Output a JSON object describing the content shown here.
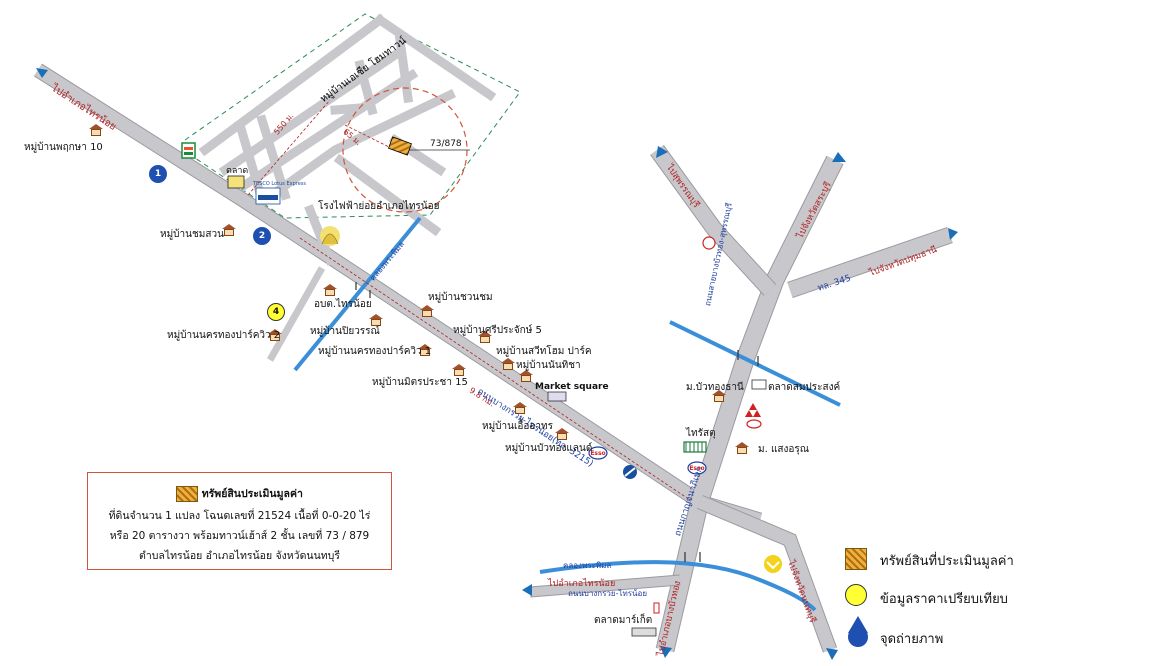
{
  "labels": {
    "to_amphoe_sainoi_nw": "ไปอำเภอไทรน้อย",
    "moo_pruksa_10": "หมู่บ้านพฤกษา 10",
    "talad": "ตลาด",
    "moo_asia_home": "หมู่บ้านเอเชีย โฮมทาวน์",
    "dist_550": "550 ม.",
    "dist_65": "65 ม.",
    "plot_no": "73/878",
    "tesco": "TESCO Lotus Express",
    "hospital": "โรงไฟฟ้าย่อยอำเภอไทรน้อย",
    "moo_chomsuan": "หมู่บ้านชมสวน",
    "canal_left": "คลองพระพิมล",
    "obt_sainoi": "อบต.ไทรน้อย",
    "moo_chuanchom": "หมู่บ้านชวนชม",
    "moo_nakhonthong_2": "หมู่บ้านนครทองปาร์ควิว 2",
    "moo_piyawan": "หมู่บ้านปิยวรรณ์",
    "moo_sriprachak": "หมู่บ้านศรีประจักษ์ 5",
    "moo_nakhonthong_1": "หมู่บ้านนครทองปาร์ควิว 1",
    "moo_sweethome": "หมู่บ้านสวีทโฮม ปาร์ค",
    "moo_nanthicha": "หมู่บ้านนันทิชา",
    "moo_mitprachak": "หมู่บ้านมิตรประชา 15",
    "market_square": "Market square",
    "dist_98": "9.8 กม.",
    "road_main": "ถนนบางกรวย-ไทรน้อย(ทล. 3215)",
    "moo_uea_athon": "หมู่บ้านเอื้ออาทร",
    "moo_buathong_land": "หมู่บ้านบัวทองแลนด์",
    "road_kanchana": "ถนนกาญจนาภิเษก",
    "road_suphan": "ถนนสายบางบัวทอง-สุพรรณบุรี",
    "to_suphan": "ไปสุพรรณบุรี",
    "to_saraburi": "ไปจังหวัดสระบุรี",
    "to_pathumthani": "ไปจังหวัดปทุมธานี",
    "route_345": "ทล. 345",
    "moo_buathongthani": "ม.บัวทองธานี",
    "talad_somprasong": "ตลาดสมประสงค์",
    "sai_sathu": "ไทรัสตุ",
    "moo_saengarun": "ม. แสงอรุณ",
    "canal_bottom": "คลองพระพิมล",
    "to_amphoe_sainoi_s": "ไปอำเภอไทรน้อย",
    "road_bangkruai": "ถนนบางกรวย-ไทรน้อย",
    "to_bangbuathong": "ไปอำเภอบางบัวทอง",
    "to_nonthaburi": "ไปจังหวัดนนทบุรี",
    "talad_market": "ตลาดมาร์เก็ต"
  },
  "photo_points": [
    "1",
    "2"
  ],
  "compare_point": "4",
  "infobox": {
    "title": "ทรัพย์สินประเมินมูลค่า",
    "line1": "ที่ดินจำนวน 1 แปลง โฉนดเลขที่ 21524 เนื้อที่ 0-0-20 ไร่",
    "line2": "หรือ 20 ตารางวา พร้อมทาวน์เฮ้าส์ 2 ชั้น เลขที่ 73 / 879",
    "line3": "ตำบลไทรน้อย อำเภอไทรน้อย จังหวัดนนทบุรี"
  },
  "legend": {
    "appraised": "ทรัพย์สินที่ประเมินมูลค่า",
    "comparison": "ข้อมูลราคาเปรียบเทียบ",
    "photo": "จุดถ่ายภาพ"
  },
  "colors": {
    "road": "#c8c8cc",
    "road_edge": "#9a9aa0",
    "canal": "#3a8fd8",
    "arrow_head": "#1a6fb8",
    "label_red": "#b02020",
    "box_border": "#d2553a",
    "legend_yellow": "#ffff33",
    "legend_blue": "#1f4fb0"
  }
}
